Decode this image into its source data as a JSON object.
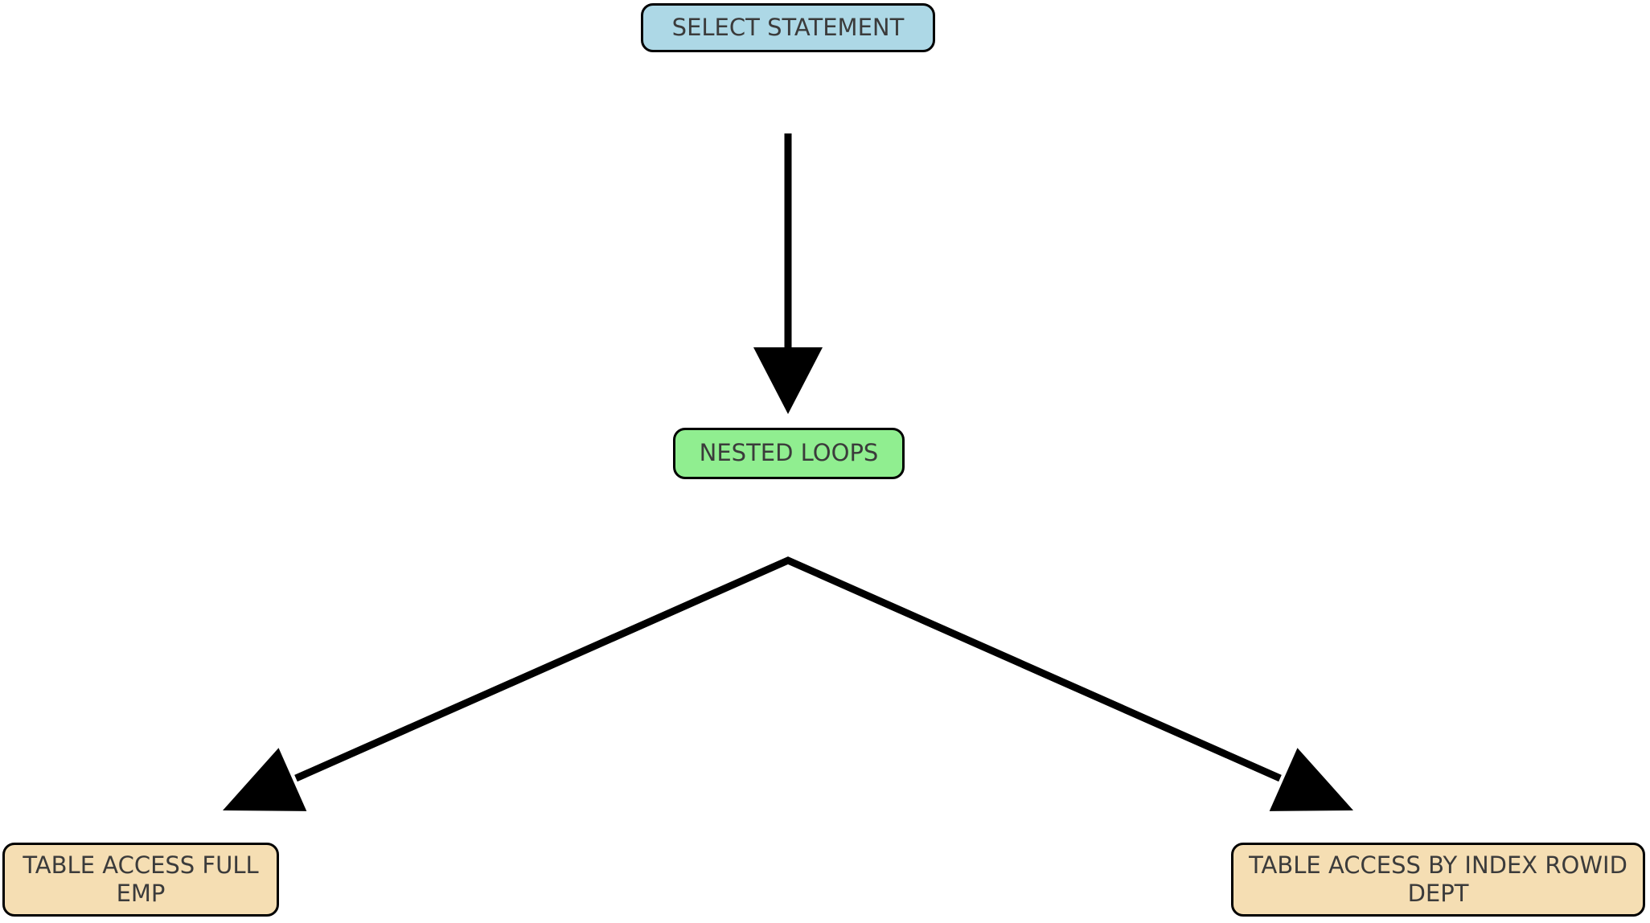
{
  "diagram": {
    "type": "tree",
    "nodes": [
      {
        "id": "select-statement",
        "label": "SELECT STATEMENT",
        "fill": "#add8e6"
      },
      {
        "id": "nested-loops",
        "label": "NESTED LOOPS",
        "fill": "#90ee90"
      },
      {
        "id": "table-access-full-emp",
        "label": "TABLE ACCESS FULL\nEMP",
        "fill": "#f5deb3"
      },
      {
        "id": "table-access-by-index-rowid-dept",
        "label": "TABLE ACCESS BY INDEX ROWID\nDEPT",
        "fill": "#f5deb3"
      }
    ],
    "edges": [
      {
        "from": "select-statement",
        "to": "nested-loops"
      },
      {
        "from": "nested-loops",
        "to": "table-access-full-emp"
      },
      {
        "from": "nested-loops",
        "to": "table-access-by-index-rowid-dept"
      }
    ],
    "style": {
      "background": "#ffffff",
      "border_color": "#000000",
      "arrow_color": "#000000",
      "text_color": "#3b3b3b"
    }
  }
}
